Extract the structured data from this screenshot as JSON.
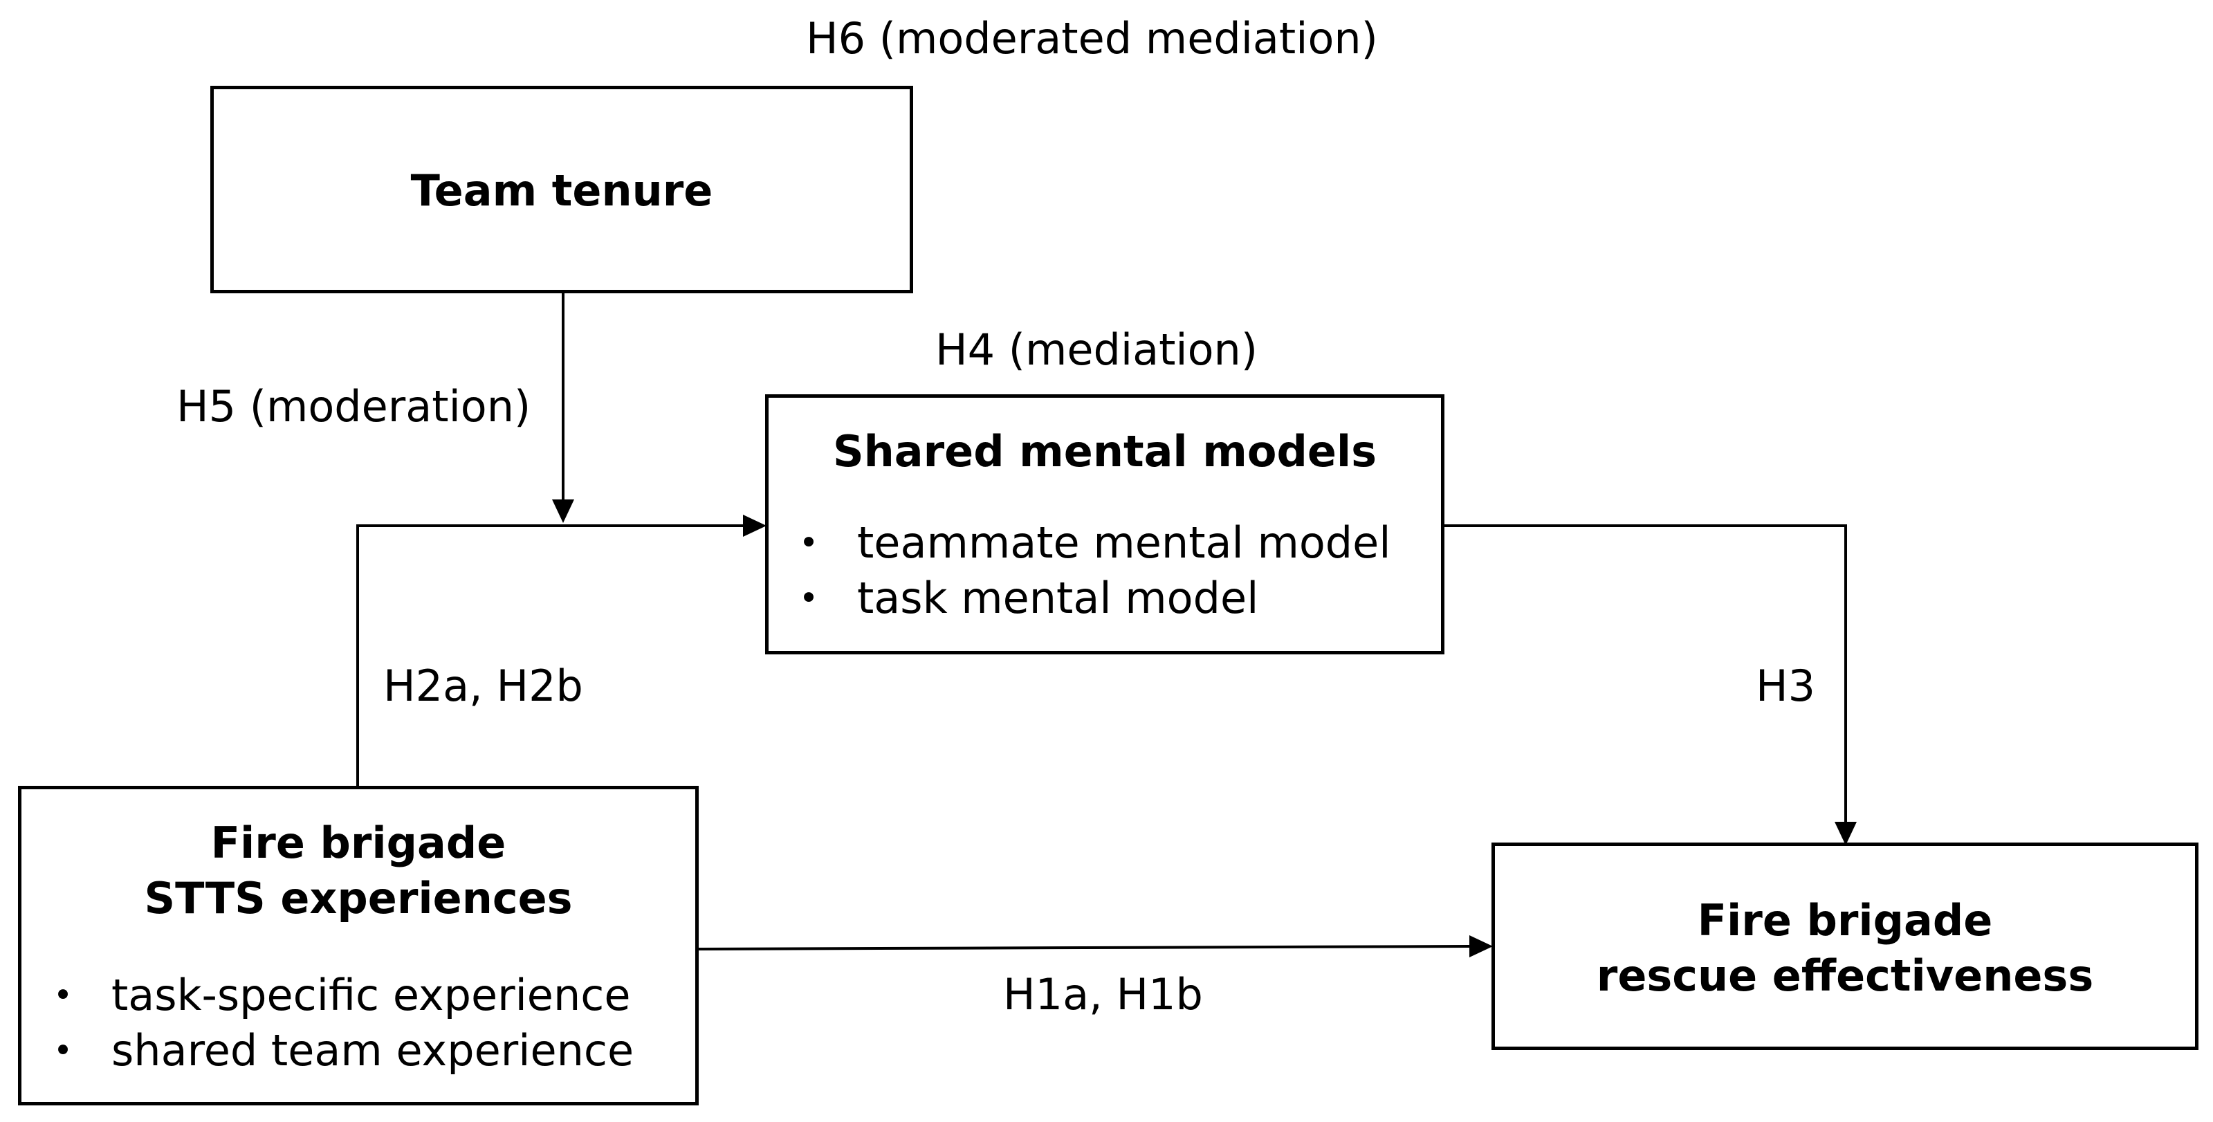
{
  "hypotheses": {
    "h6": "H6 (moderated mediation)",
    "h5": "H5 (moderation)",
    "h4": "H4 (mediation)",
    "h3": "H3",
    "h2": "H2a, H2b",
    "h1": "H1a, H1b"
  },
  "boxes": {
    "team_tenure": {
      "title": "Team tenure"
    },
    "shared_mental_models": {
      "title": "Shared mental models",
      "items": [
        "teammate mental model",
        "task mental model"
      ]
    },
    "stts_experiences": {
      "title_line1": "Fire brigade",
      "title_line2": "STTS experiences",
      "items": [
        "task-specific experience",
        "shared team experience"
      ]
    },
    "rescue_effectiveness": {
      "title_line1": "Fire brigade",
      "title_line2": "rescue effectiveness"
    }
  },
  "bullet_symbol": "•",
  "colors": {
    "stroke": "#000000",
    "background": "#ffffff"
  }
}
